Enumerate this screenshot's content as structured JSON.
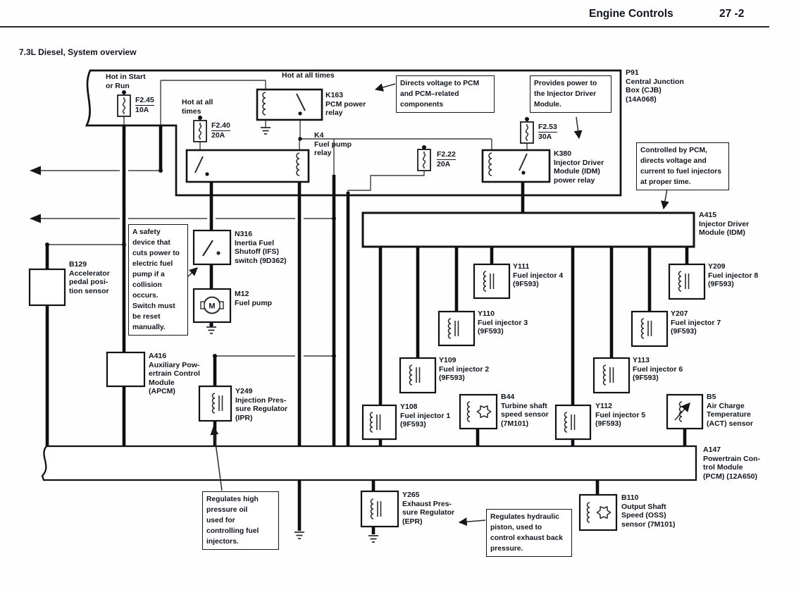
{
  "header": {
    "section": "Engine Controls",
    "page": "27 -2"
  },
  "title": "7.3L Diesel, System overview",
  "power_feeds": {
    "hot_in_start": "Hot in Start\nor Run",
    "hot_at_all_times": "Hot at all times",
    "hot_at_all_times_2": "Hot at all\ntimes"
  },
  "fuses": {
    "f245": {
      "name": "F2.45",
      "rating": "10A"
    },
    "f240": {
      "name": "F2.40",
      "rating": "20A"
    },
    "f222": {
      "name": "F2.22",
      "rating": "20A"
    },
    "f253": {
      "name": "F2.53",
      "rating": "30A"
    }
  },
  "components": {
    "p91": "P91\nCentral Junction\nBox (CJB)\n(14A068)",
    "k163": "K163\nPCM power\nrelay",
    "k4": "K4\nFuel pump\nrelay",
    "k380": "K380\nInjector Driver\nModule (IDM)\npower relay",
    "a415": "A415\nInjector Driver\nModule (IDM)",
    "b129": "B129\nAccelerator\npedal posi-\ntion sensor",
    "n316": "N316\nInertia Fuel\nShutoff (IFS)\nswitch (9D362)",
    "m12": "M12\nFuel pump",
    "a416": "A416\nAuxiliary Pow-\nertrain Control\nModule\n(APCM)",
    "y249": "Y249\nInjection Pres-\nsure Regulator\n(IPR)",
    "y108": "Y108\nFuel injector 1\n(9F593)",
    "y109": "Y109\nFuel injector 2\n(9F593)",
    "y110": "Y110\nFuel injector 3\n(9F593)",
    "y111": "Y111\nFuel injector 4\n(9F593)",
    "y112": "Y112\nFuel injector 5\n(9F593)",
    "y113": "Y113\nFuel injector 6\n(9F593)",
    "y207": "Y207\nFuel injector 7\n(9F593)",
    "y209": "Y209\nFuel injector 8\n(9F593)",
    "b44": "B44\nTurbine shaft\nspeed sensor\n(7M101)",
    "b5": "B5\nAir Charge\nTemperature\n(ACT) sensor",
    "a147": "A147\nPowertrain Con-\ntrol Module\n(PCM) (12A650)",
    "y265": "Y265\nExhaust Pres-\nsure Regulator\n(EPR)",
    "b110": "B110\nOutput Shaft\nSpeed (OSS)\nsensor (7M101)",
    "motor_letter": "M"
  },
  "callouts": {
    "pcm_power": "Directs voltage to PCM\nand PCM–related\ncomponents",
    "idm_power": "Provides power to\nthe Injector Driver\nModule.",
    "idm_function": "Controlled by PCM,\ndirects voltage and\ncurrent to fuel injectors\nat proper time.",
    "ifs_note": "A safety\ndevice that\ncuts power to\nelectric fuel\npump if a\ncollision\noccurs.\nSwitch must\nbe reset\nmanually.",
    "ipr_note": "Regulates high\npressure oil\nused for\ncontrolling fuel\ninjectors.",
    "epr_note": "Regulates hydraulic\npiston, used to\ncontrol exhaust back\npressure."
  },
  "colors": {
    "wire_thick": "#0e0e10",
    "wire_thin": "#3d3d42",
    "box": "#111116",
    "text": "#10151d",
    "background": "#fefefe"
  }
}
